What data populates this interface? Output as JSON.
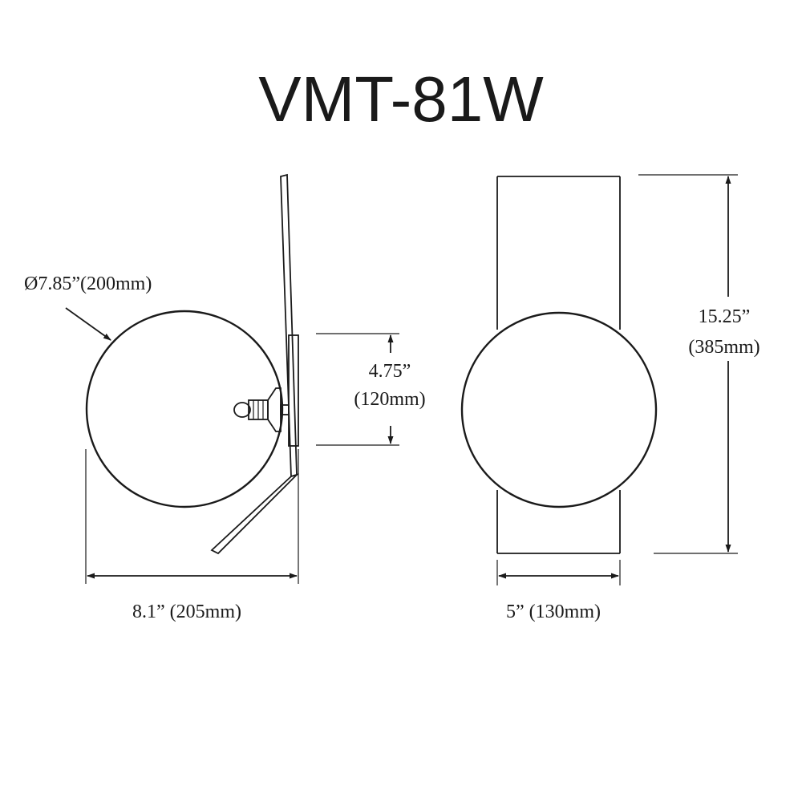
{
  "title": "VMT-81W",
  "side_view": {
    "globe_diameter_label": "Ø7.85”(200mm)",
    "backplate_height_label_in": "4.75”",
    "backplate_height_label_mm": "(120mm)",
    "depth_label": "8.1” (205mm)"
  },
  "front_view": {
    "height_label_in": "15.25”",
    "height_label_mm": "(385mm)",
    "width_label": "5” (130mm)"
  },
  "colors": {
    "ink": "#1a1a1a",
    "background": "#ffffff"
  }
}
